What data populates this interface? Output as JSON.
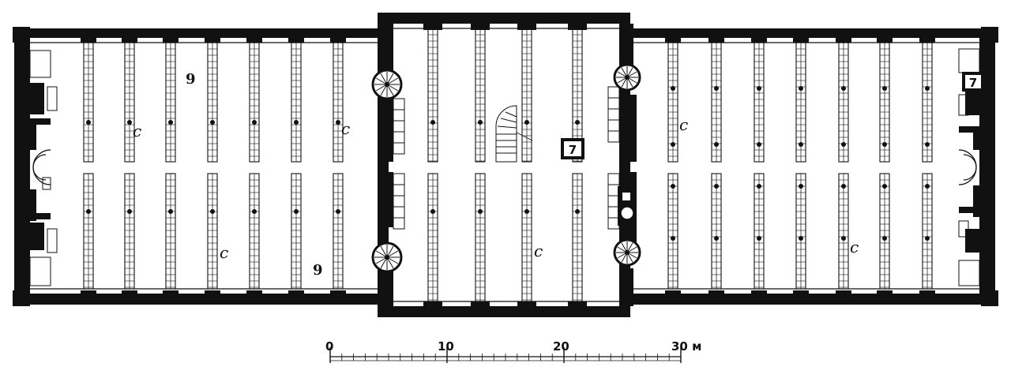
{
  "plan": {
    "labels": {
      "room_c": "c",
      "room_9": "9",
      "room_7": "7"
    },
    "scale_bar": {
      "ticks": [
        "0",
        "10",
        "20",
        "30 м"
      ]
    },
    "colors": {
      "ink": "#111111",
      "paper": "#ffffff"
    }
  }
}
